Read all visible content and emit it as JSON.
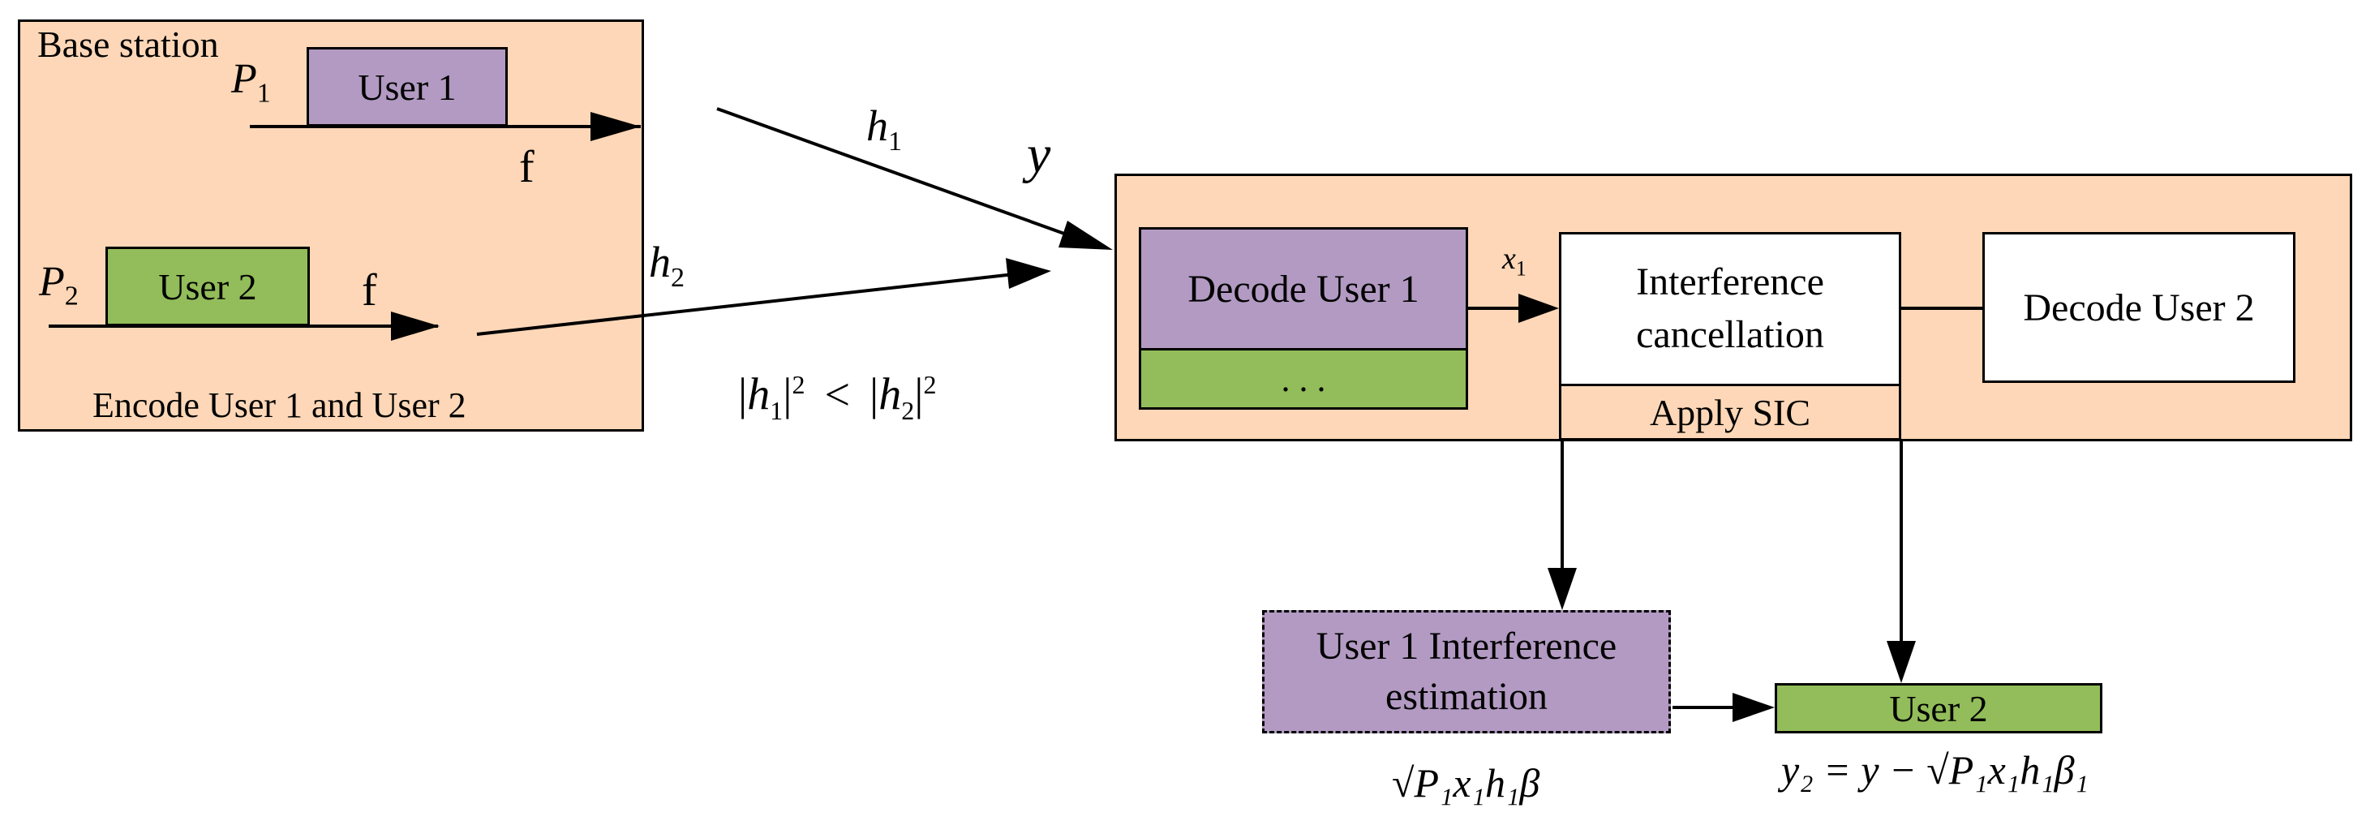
{
  "base_station": {
    "title": "Base station",
    "power1": "P",
    "power1_sub": "1",
    "power2": "P",
    "power2_sub": "2",
    "user1_label": "User 1",
    "user2_label": "User 2",
    "freq1": "f",
    "freq2": "f",
    "caption": "Encode User 1 and User 2"
  },
  "channel": {
    "h1": "h",
    "h1_sub": "1",
    "h2": "h",
    "h2_sub": "2",
    "received": "y",
    "cond_h1": "h",
    "cond_h1_sub": "1",
    "cond_sq1": "2",
    "cond_lt": "<",
    "cond_h2": "h",
    "cond_h2_sub": "2",
    "cond_sq2": "2"
  },
  "receiver": {
    "decode_user1": "Decode User 1",
    "ellipsis": ". . .",
    "x1": "x",
    "x1_sub": "1",
    "interference_line1": "Interference",
    "interference_line2": "cancellation",
    "apply_sic": "Apply SIC",
    "decode_user2": "Decode User 2"
  },
  "output": {
    "estimation_line1": "User 1 Interference",
    "estimation_line2": "estimation",
    "user2": "User 2",
    "est_formula": "√P₁x₁h₁β",
    "y2_formula": "y₂ = y − √P₁x₁h₁β₁"
  },
  "colors": {
    "peach": "#fdd7b7",
    "purple": "#b29ac2",
    "green": "#92bd5a"
  }
}
